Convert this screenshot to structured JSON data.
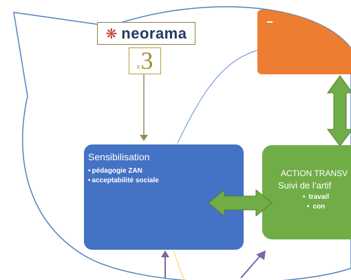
{
  "logo": {
    "mark": "❋",
    "name": "neorama"
  },
  "badge": {
    "prefix": "x",
    "number": "3"
  },
  "nodes": {
    "sensibilisation": {
      "title": "Sensibilisation",
      "items": [
        "pédagogie ZAN",
        "acceptabilité sociale"
      ]
    },
    "action": {
      "title": "ACTION TRANSV",
      "subtitle": "Suivi de l’artif",
      "items": [
        "travail",
        "con"
      ]
    }
  },
  "colors": {
    "bubble_border": "#4f81bd",
    "orange_box": "#ed7d31",
    "blue_box": "#4472c4",
    "green_box": "#70ad47",
    "arrow_green": "#70ad47",
    "connector_brown": "#9c8a5b",
    "purple_arrow": "#8064a2",
    "yellow_line": "#f2d34f",
    "thin_blue_line": "#5b8fd6"
  },
  "icons": {
    "logo_mark": "asterisk-flower-icon"
  }
}
